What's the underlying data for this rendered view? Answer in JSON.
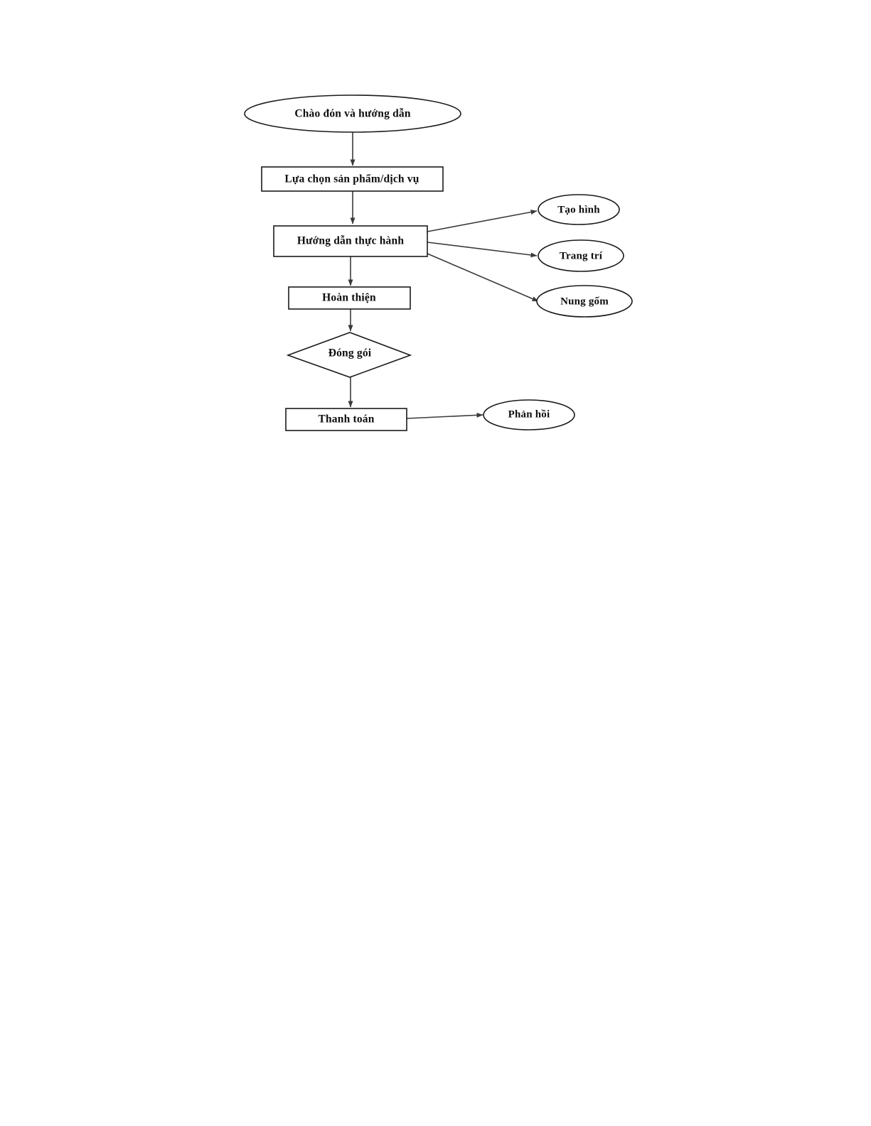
{
  "document": {
    "type": "flowchart",
    "language": "vi",
    "background_color": "#ffffff",
    "line_color": "#3a3a3a",
    "text_color": "#0d0d0d"
  },
  "nodes": {
    "start": {
      "label": "Chào đón và hướng dẫn",
      "shape": "ellipse"
    },
    "select_product": {
      "label": "Lựa chọn sản phẩm/dịch vụ",
      "shape": "rectangle"
    },
    "practice_guide": {
      "label": "Hướng dẫn thực hành",
      "shape": "rectangle"
    },
    "shaping": {
      "label": "Tạo hình",
      "shape": "ellipse"
    },
    "decorating": {
      "label": "Trang trí",
      "shape": "ellipse"
    },
    "firing": {
      "label": "Nung gốm",
      "shape": "ellipse"
    },
    "finishing": {
      "label": "Hoàn thiện",
      "shape": "rectangle"
    },
    "packaging": {
      "label": "Đóng gói",
      "shape": "diamond"
    },
    "payment": {
      "label": "Thanh toán",
      "shape": "rectangle"
    },
    "feedback": {
      "label": "Phản hồi",
      "shape": "ellipse"
    }
  },
  "edges": [
    {
      "from": "start",
      "to": "select_product"
    },
    {
      "from": "select_product",
      "to": "practice_guide"
    },
    {
      "from": "practice_guide",
      "to": "shaping"
    },
    {
      "from": "practice_guide",
      "to": "decorating"
    },
    {
      "from": "practice_guide",
      "to": "firing"
    },
    {
      "from": "practice_guide",
      "to": "finishing"
    },
    {
      "from": "finishing",
      "to": "packaging"
    },
    {
      "from": "packaging",
      "to": "payment"
    },
    {
      "from": "payment",
      "to": "feedback"
    }
  ]
}
